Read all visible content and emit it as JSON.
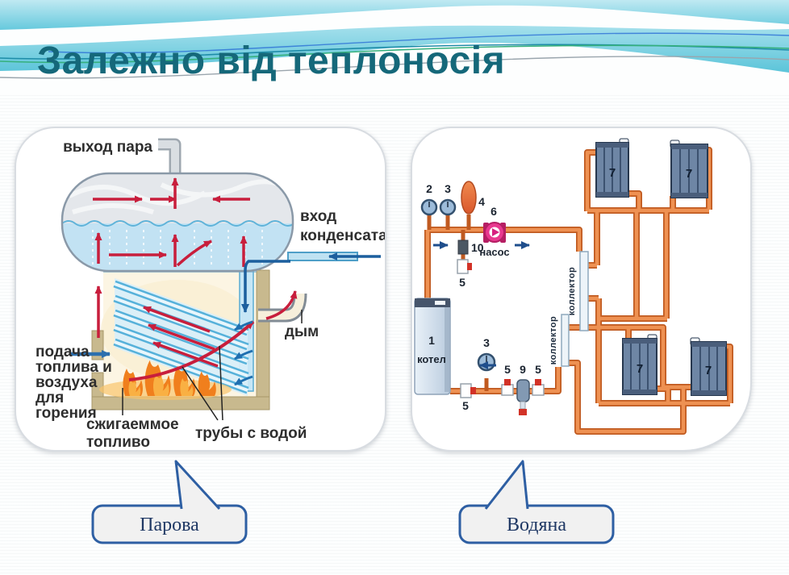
{
  "title": "Залежно від теплоносія",
  "steam": {
    "steam_out": "выход пара",
    "cond_in_1": "вход",
    "cond_in_2": "конденсата",
    "smoke": "дым",
    "feed": [
      "подача",
      "топлива и",
      "воздуха",
      "для",
      "горения"
    ],
    "fuel_1": "сжигаеммое",
    "fuel_2": "топливо",
    "tubes": "трубы с водой",
    "callout": "Парова"
  },
  "water": {
    "n1": "1",
    "boiler": "котел",
    "n2": "2",
    "n3": "3",
    "n4": "4",
    "n5": "5",
    "n6": "6",
    "n7": "7",
    "n9": "9",
    "n10": "10",
    "pump": "насос",
    "collector": "коллектор",
    "callout": "Водяна"
  },
  "colors": {
    "title": "#15687A",
    "pipe": "#E08A4F",
    "radiator": "#6E86A5",
    "red_arrow": "#C81E3C",
    "blue_arrow": "#1F6FB0",
    "callout_border": "#2E5FA3",
    "callout_text": "#1F3864"
  }
}
